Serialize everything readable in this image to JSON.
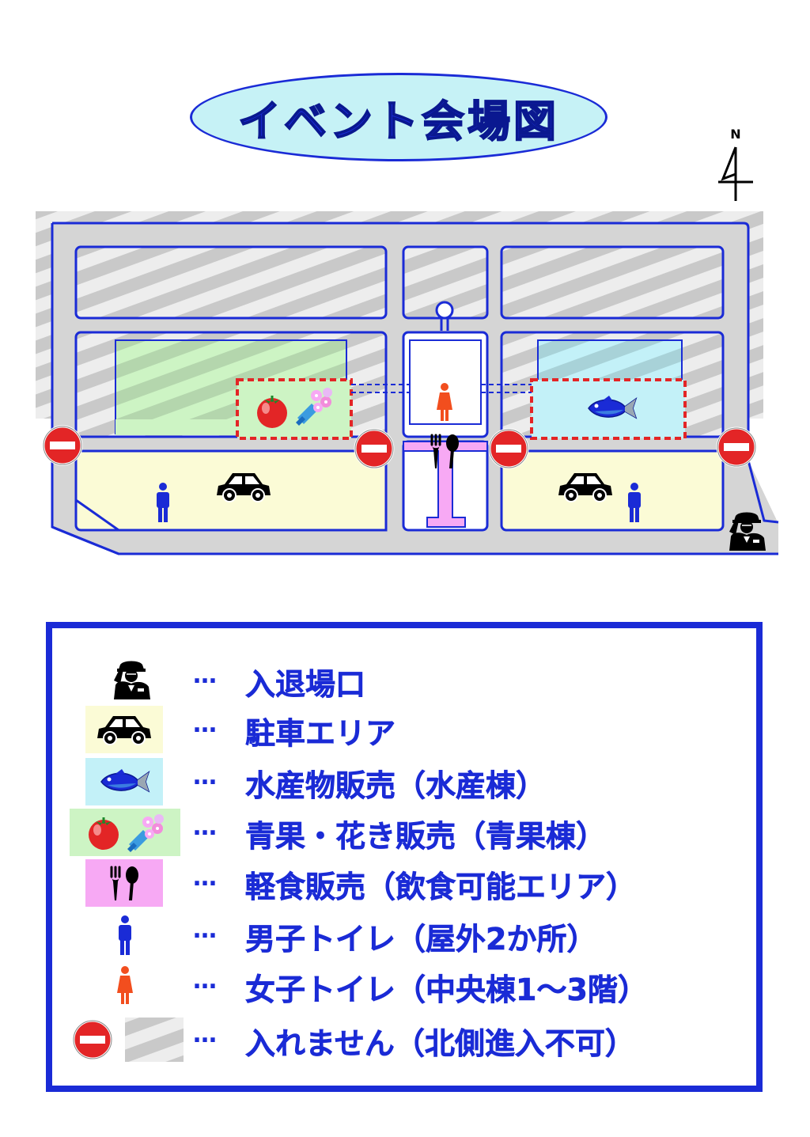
{
  "title": "イベント会場図",
  "north": "N",
  "colors": {
    "accent": "#1a2bd6",
    "title_fill": "#c6f2f6",
    "parking": "#fbfbd6",
    "seafood": "#c3f1f8",
    "produce": "#cdf4c4",
    "food": "#f7a9f4",
    "no_entry": "#e32526",
    "female": "#f24e1e",
    "stripe": "#c9c9c9"
  },
  "legend": {
    "items": [
      {
        "icon": "guard-icon",
        "dots": "…",
        "label": "入退場口"
      },
      {
        "icon": "car-icon",
        "dots": "…",
        "label": "駐車エリア"
      },
      {
        "icon": "fish-icon",
        "dots": "…",
        "label": "水産物販売（水産棟）"
      },
      {
        "icon": "tomato-flower-icon",
        "dots": "…",
        "label": "青果・花き販売（青果棟）"
      },
      {
        "icon": "fork-spoon-icon",
        "dots": "…",
        "label": "軽食販売（飲食可能エリア）"
      },
      {
        "icon": "male-toilet-icon",
        "dots": "…",
        "label": "男子トイレ（屋外2か所）"
      },
      {
        "icon": "female-toilet-icon",
        "dots": "…",
        "label": "女子トイレ（中央棟1～3階）"
      },
      {
        "icon": "no-entry-icon",
        "dots": "…",
        "label": "入れません（北側進入不可）"
      }
    ]
  }
}
